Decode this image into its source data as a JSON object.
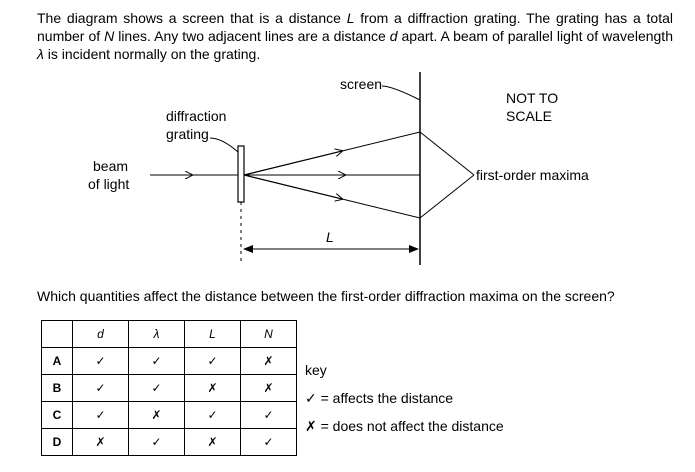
{
  "intro": {
    "s1": "The diagram shows a screen that is a distance ",
    "L": "L",
    "s2": " from a diffraction grating. The grating has a total number of ",
    "N": "N",
    "s3": " lines. Any two adjacent lines are a distance ",
    "d": "d",
    "s4": " apart. A beam of parallel light of wavelength ",
    "lambda": "λ",
    "s5": " is incident normally on the grating."
  },
  "diagram": {
    "screen_label": "screen",
    "grating_label_1": "diffraction",
    "grating_label_2": "grating",
    "beam_label_1": "beam",
    "beam_label_2": "of light",
    "not_to_scale_1": "NOT TO",
    "not_to_scale_2": "SCALE",
    "maxima_label": "first-order maxima",
    "distance_label": "L"
  },
  "question": "Which quantities affect the distance between the first-order diffraction maxima on the screen?",
  "table": {
    "headers": [
      "d",
      "λ",
      "L",
      "N"
    ],
    "rows": [
      {
        "label": "A",
        "cells": [
          "✓",
          "✓",
          "✓",
          "✗"
        ]
      },
      {
        "label": "B",
        "cells": [
          "✓",
          "✓",
          "✗",
          "✗"
        ]
      },
      {
        "label": "C",
        "cells": [
          "✓",
          "✗",
          "✓",
          "✓"
        ]
      },
      {
        "label": "D",
        "cells": [
          "✗",
          "✓",
          "✗",
          "✓"
        ]
      }
    ]
  },
  "key": {
    "title": "key",
    "tick_text": "✓ = affects the distance",
    "cross_text": "✗ = does not affect the distance"
  }
}
